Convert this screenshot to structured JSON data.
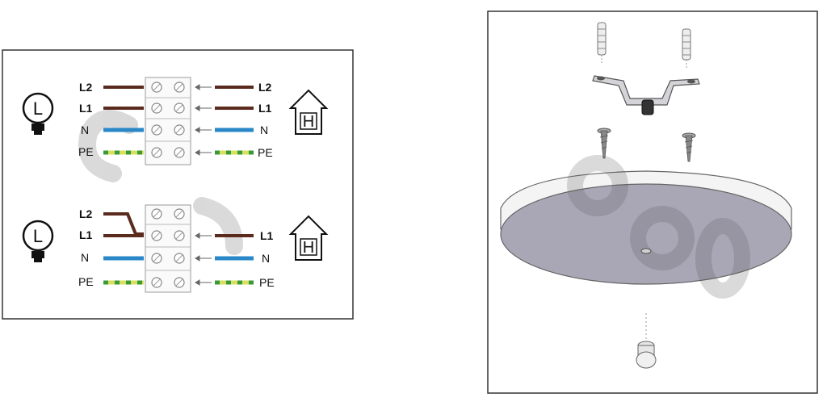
{
  "wiring_panel": {
    "top": {
      "bulb_letter": "L",
      "house_letter": "H",
      "left_labels": [
        "L2",
        "L1",
        "N",
        "PE"
      ],
      "right_labels": [
        "L2",
        "L1",
        "N",
        "PE"
      ]
    },
    "bottom": {
      "bulb_letter": "L",
      "house_letter": "H",
      "left_labels": [
        "L2",
        "L1",
        "N",
        "PE"
      ],
      "right_labels": [
        "L1",
        "N",
        "PE"
      ]
    }
  },
  "colors": {
    "brown_wire": "#5a2a1c",
    "blue_wire": "#2a88c8",
    "pe_yellow": "#d8e060",
    "pe_green": "#3a9a3a",
    "disc_top": "#a9a7b6",
    "disc_rim": "#f4f4f4"
  },
  "icons": [
    "light-bulb-icon",
    "house-icon",
    "screw-terminal-icon",
    "wall-plug-icon",
    "screw-icon",
    "mounting-bracket-icon",
    "cap-nut-icon"
  ]
}
